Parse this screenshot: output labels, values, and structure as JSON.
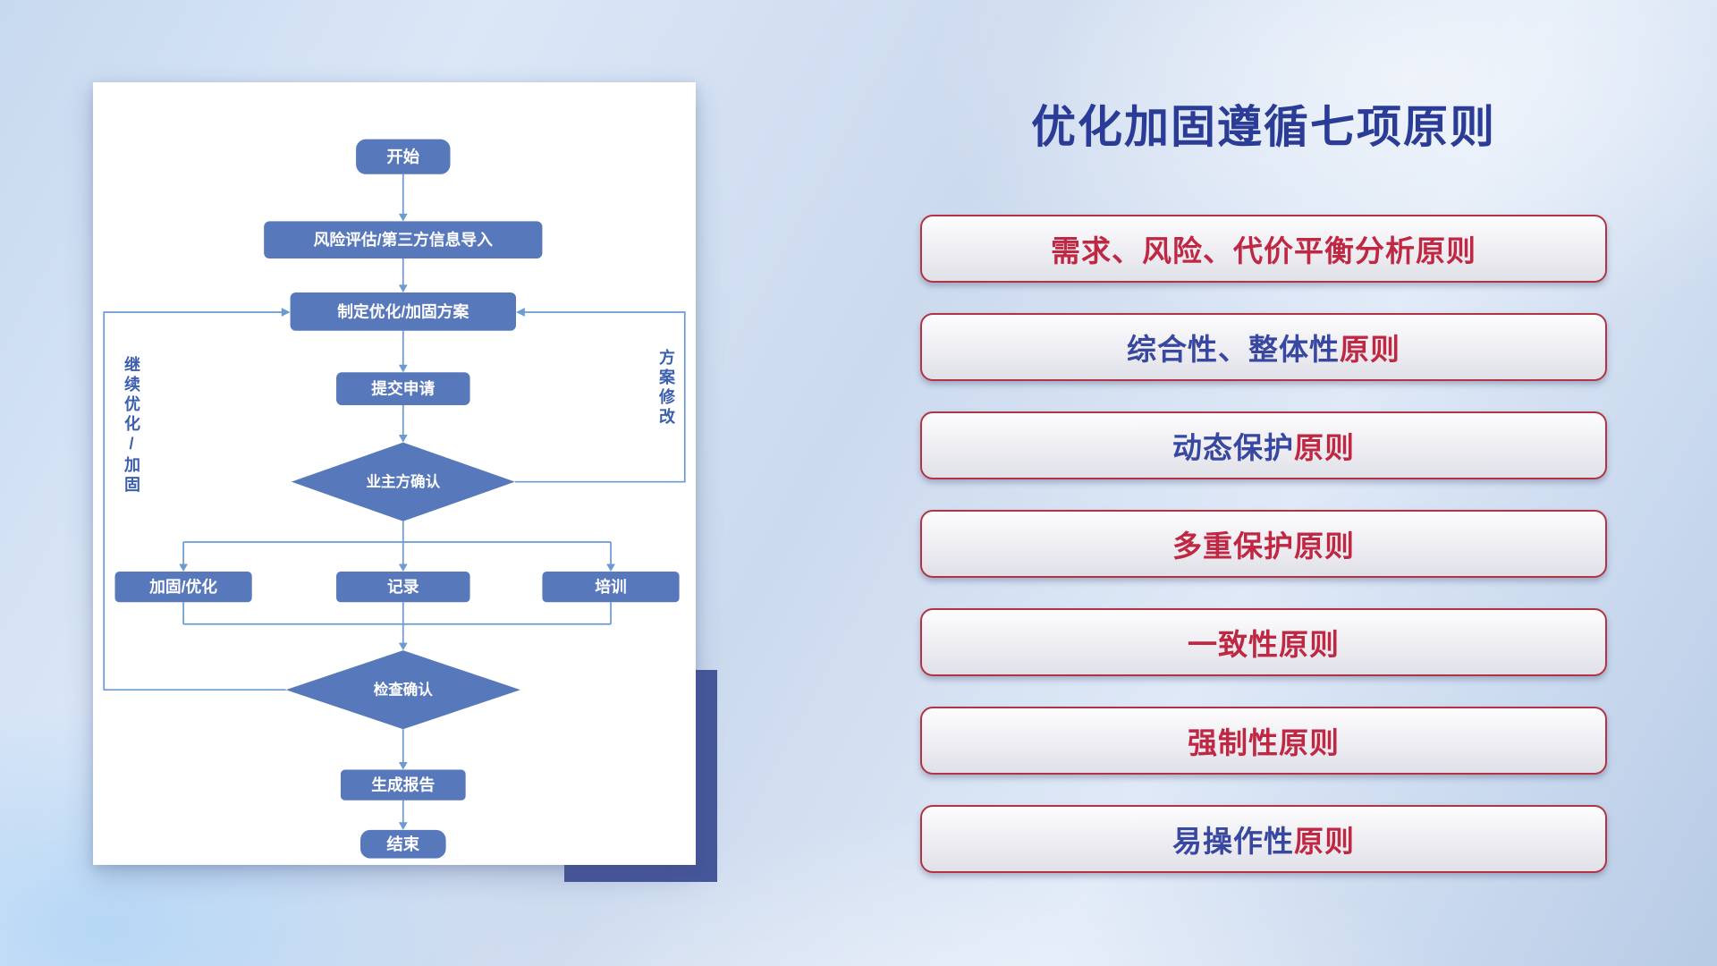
{
  "title": "优化加固遵循七项原则",
  "flowchart": {
    "nodes": {
      "start": "开始",
      "risk": "风险评估/第三方信息导入",
      "plan": "制定优化/加固方案",
      "submit": "提交申请",
      "owner_confirm": "业主方确认",
      "reinforce": "加固/优化",
      "record": "记录",
      "training": "培训",
      "check_confirm": "检查确认",
      "report": "生成报告",
      "end": "结束"
    },
    "side_labels": {
      "left": "继续优化/加固",
      "right": "方案修改"
    }
  },
  "principles": [
    {
      "segments": [
        {
          "text": "需求、风险、代价平衡分析原则",
          "color": "red"
        }
      ]
    },
    {
      "segments": [
        {
          "text": "综合性、整体性",
          "color": "blue"
        },
        {
          "text": "原则",
          "color": "red"
        }
      ]
    },
    {
      "segments": [
        {
          "text": "动态保护",
          "color": "blue"
        },
        {
          "text": "原则",
          "color": "red"
        }
      ]
    },
    {
      "segments": [
        {
          "text": "多重保护原则",
          "color": "red"
        }
      ]
    },
    {
      "segments": [
        {
          "text": "一致性原则",
          "color": "red"
        }
      ]
    },
    {
      "segments": [
        {
          "text": "强制性原则",
          "color": "red"
        }
      ]
    },
    {
      "segments": [
        {
          "text": "易操作性",
          "color": "blue"
        },
        {
          "text": "原则",
          "color": "red"
        }
      ]
    }
  ],
  "colors": {
    "title_blue": "#2b3c97",
    "principle_red": "#bf2743",
    "principle_blue": "#3847a0",
    "pill_border": "#b23344",
    "node_fill": "#5878bc",
    "line_color": "#6b9bd2",
    "side_label_blue": "#3b5fae",
    "accent_square": "#47579b"
  }
}
